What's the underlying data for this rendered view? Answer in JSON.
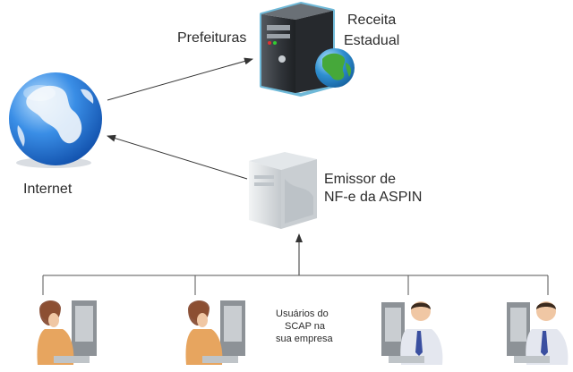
{
  "labels": {
    "prefeituras": "Prefeituras",
    "receita_line1": "Receita",
    "receita_line2": "Estadual",
    "internet": "Internet",
    "emissor_line1": "Emissor de",
    "emissor_line2": "NF-e da ASPIN",
    "usuarios_line1": "Usuários do",
    "usuarios_line2": "SCAP na",
    "usuarios_line3": "sua empresa"
  },
  "icons": {
    "globe": "globe-icon",
    "server": "server-icon",
    "emissor_server": "server-icon",
    "users": [
      "woman-computer-icon",
      "woman-computer-icon",
      "man-computer-icon",
      "man-computer-icon"
    ]
  },
  "colors": {
    "line": "#555555",
    "globe_ocean": "#2a7fd8",
    "globe_land": "#f2f6fb",
    "server_dark": "#3a3f45",
    "server_outline": "#6fb9d8",
    "emissor_server": "#d6dbdf"
  }
}
